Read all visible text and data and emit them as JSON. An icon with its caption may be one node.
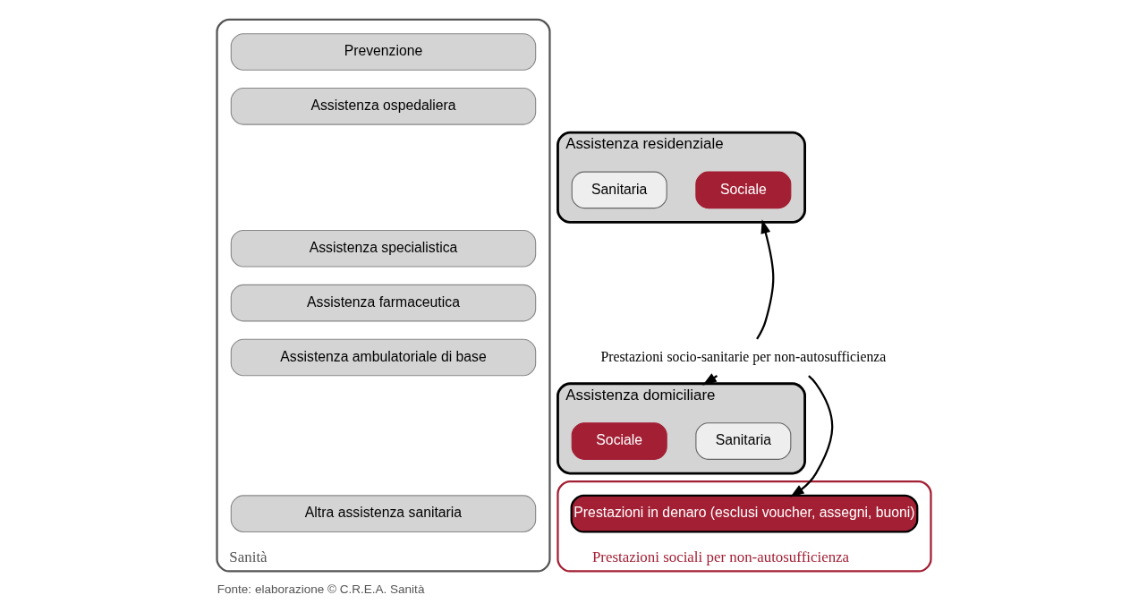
{
  "diagram": {
    "caption": "Fonte: elaborazione © C.R.E.A. Sanità",
    "nodes": [
      {
        "text": [
          "Sanità"
        ]
      },
      {
        "text": [
          "Prestazioni sociali per non-autosufficienza"
        ]
      },
      {
        "text": [
          "Prevenzione"
        ],
        "in": 0
      },
      {
        "text": [
          "Assistenza ospedaliera"
        ],
        "in": 0
      },
      {
        "text": [
          "Assistenza residenziale"
        ]
      },
      {
        "text": [
          "Sanitaria"
        ],
        "in": 4
      },
      {
        "text": [
          "Sociale"
        ],
        "in": 4
      },
      {
        "text": [
          "Assistenza specialistica"
        ],
        "in": 0
      },
      {
        "text": [
          "Assistenza farmaceutica"
        ],
        "in": 0
      },
      {
        "text": [
          "Assistenza ambulatoriale di base"
        ],
        "in": 0
      },
      {
        "text": [
          "Assistenza domiciliare"
        ]
      },
      {
        "text": [
          "Sanitaria"
        ],
        "in": 10
      },
      {
        "text": [
          "Sociale"
        ],
        "in": 10
      },
      {
        "text": [
          "Prestazioni in denaro (esclusi voucher, assegni, buoni)"
        ],
        "in": 1
      },
      {
        "text": [
          "Altra assistenza sanitaria"
        ],
        "in": 0
      },
      {
        "text": [
          "Prestazioni socio-sanitarie per non-autosufficienza"
        ]
      }
    ],
    "edges": [
      {
        "from": 15,
        "to": 4,
        "arrow": "to"
      },
      {
        "from": 15,
        "to": 10,
        "arrow": "to"
      },
      {
        "from": 15,
        "to": 13,
        "arrow": "to"
      }
    ]
  }
}
